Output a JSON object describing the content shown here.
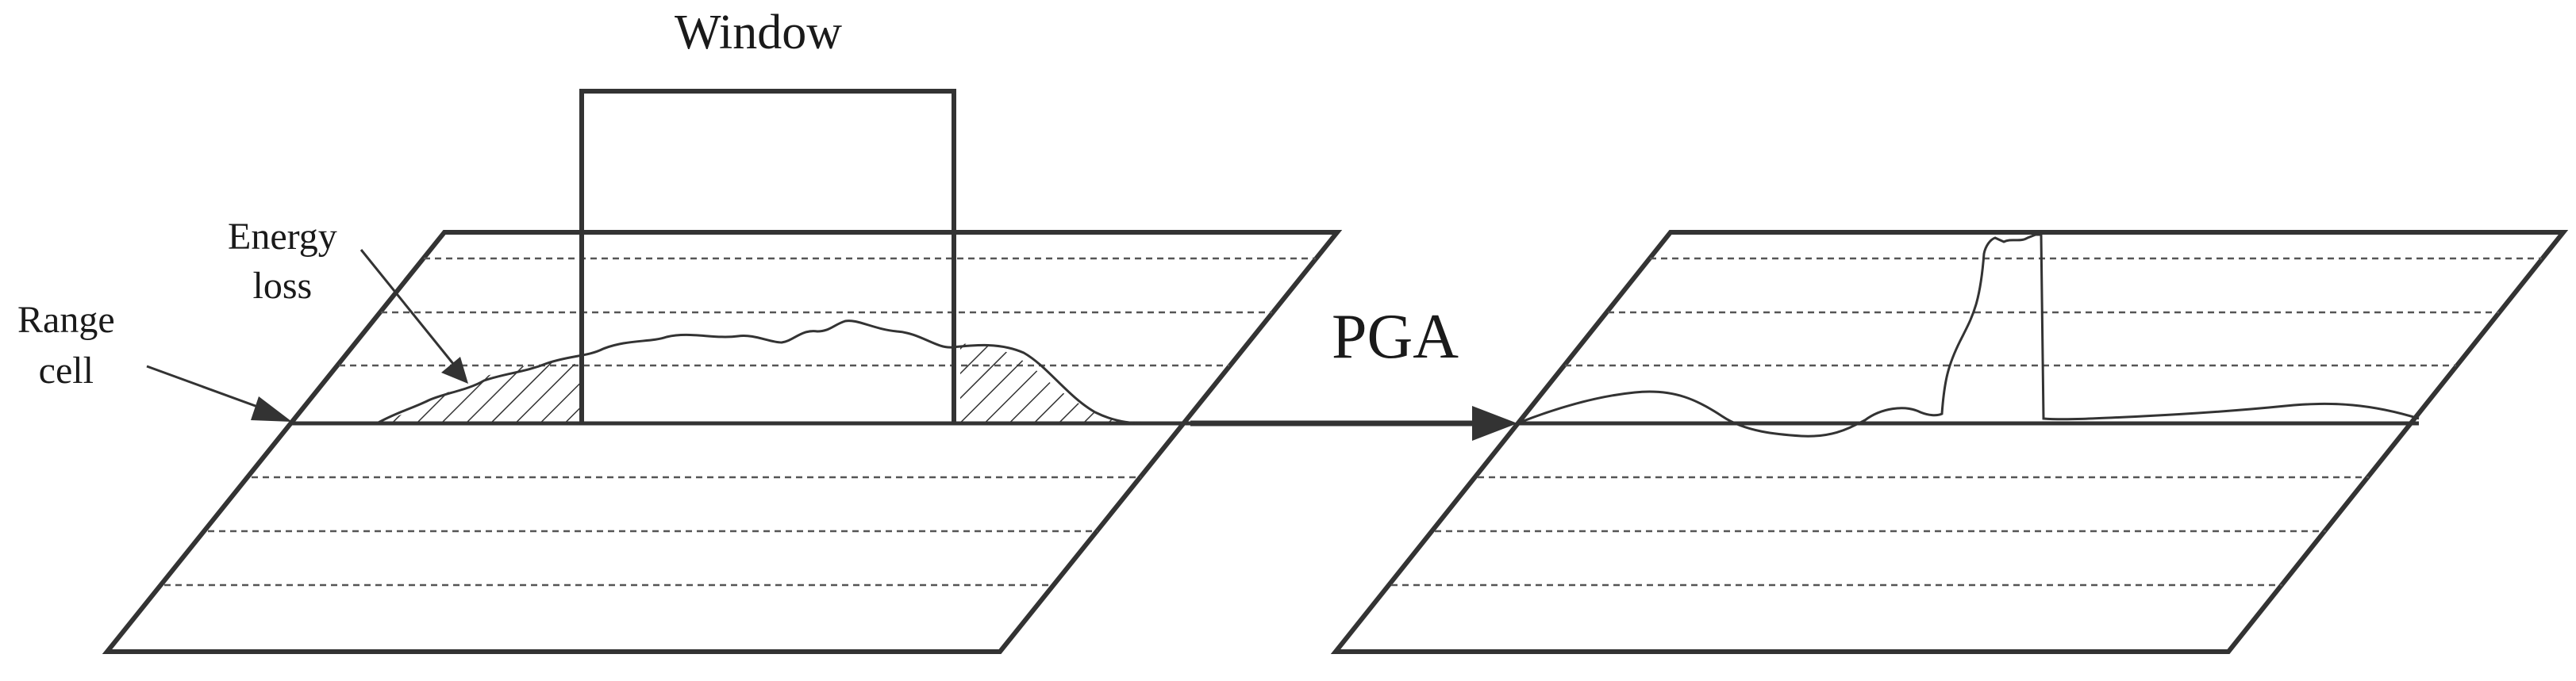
{
  "labels": {
    "window": "Window",
    "pga": "PGA",
    "energy_loss_line1": "Energy",
    "energy_loss_line2": "loss",
    "range_cell_line1": "Range",
    "range_cell_line2": "cell"
  },
  "colors": {
    "stroke": "#333333",
    "dashed": "#555555",
    "background": "#ffffff"
  }
}
